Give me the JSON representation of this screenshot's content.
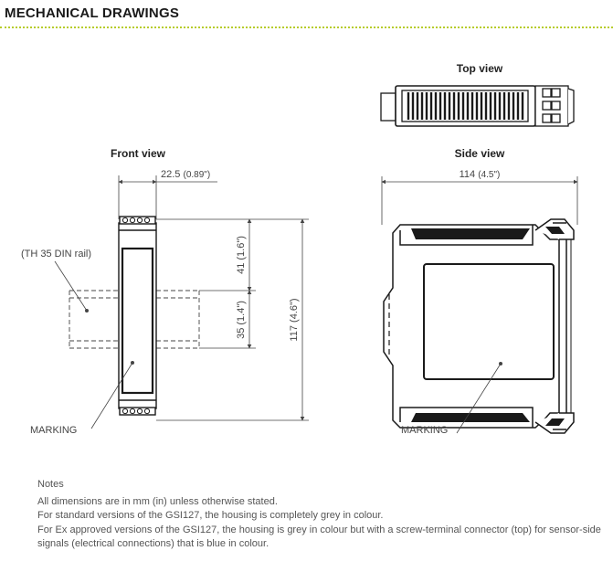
{
  "heading": "MECHANICAL DRAWINGS",
  "views": {
    "top": "Top view",
    "front": "Front view",
    "side": "Side view"
  },
  "dimensions": {
    "width": "22.5",
    "width_in": "(0.89\")",
    "depth": "114",
    "depth_in": "(4.5\")",
    "upper": "41 (1.6\")",
    "rail": "35 (1.4\")",
    "height": "117 (4.6\")"
  },
  "labels": {
    "rail": "(TH 35 DIN rail)",
    "marking_front": "MARKING",
    "marking_side": "MARKING"
  },
  "notes": {
    "title": "Notes",
    "lines": [
      "All dimensions are in mm (in) unless otherwise stated.",
      "For standard versions of the GSI127, the housing is completely grey in colour.",
      "For Ex approved versions of the GSI127, the housing is grey in colour but with a screw-terminal connector (top) for sensor-side signals (electrical connections) that is blue in colour."
    ]
  },
  "colors": {
    "accent_dots": "#b7cc2a",
    "outline": "#1a1a1a",
    "dimension": "#444444"
  }
}
